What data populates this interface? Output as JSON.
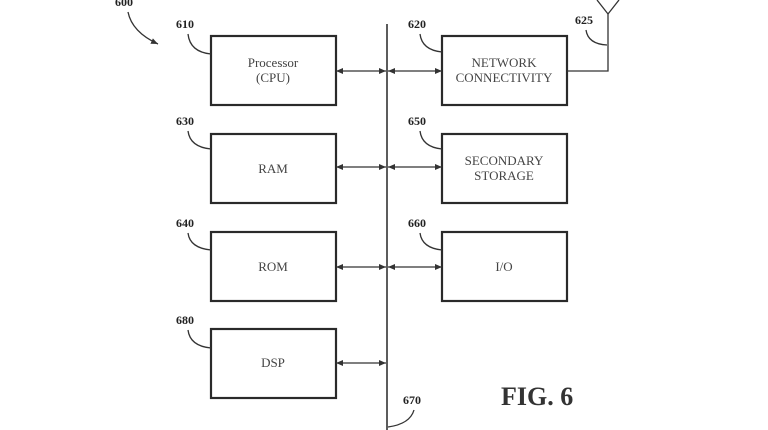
{
  "figure": {
    "title": "FIG. 6",
    "ref": "600"
  },
  "blocks": {
    "cpu": {
      "ref": "610",
      "lines": [
        "Processor",
        "(CPU)"
      ]
    },
    "network": {
      "ref": "620",
      "lines": [
        "NETWORK",
        "CONNECTIVITY"
      ]
    },
    "antenna": {
      "ref": "625"
    },
    "ram": {
      "ref": "630",
      "lines": [
        "RAM"
      ]
    },
    "storage": {
      "ref": "650",
      "lines": [
        "SECONDARY",
        "STORAGE"
      ]
    },
    "rom": {
      "ref": "640",
      "lines": [
        "ROM"
      ]
    },
    "io": {
      "ref": "660",
      "lines": [
        "I/O"
      ]
    },
    "dsp": {
      "ref": "680",
      "lines": [
        "DSP"
      ]
    },
    "bus": {
      "ref": "670"
    }
  }
}
